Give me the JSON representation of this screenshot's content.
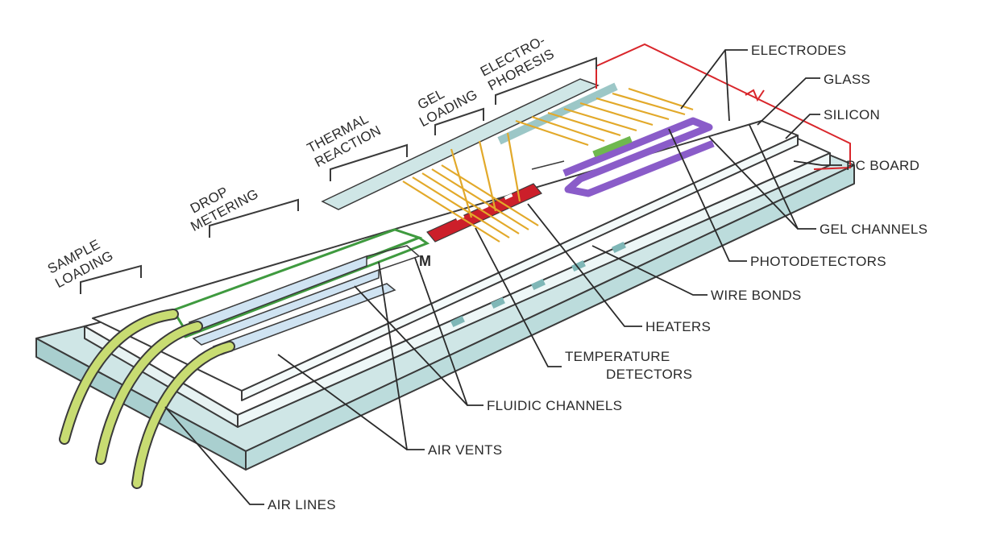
{
  "stages": {
    "sample_loading": [
      "SAMPLE",
      "LOADING"
    ],
    "drop_metering": [
      "DROP",
      "METERING"
    ],
    "thermal_reaction": [
      "THERMAL",
      "REACTION"
    ],
    "gel_loading": [
      "GEL",
      "LOADING"
    ],
    "electrophoresis": [
      "ELECTRO-",
      "PHORESIS"
    ]
  },
  "callouts": {
    "electrodes": "ELECTRODES",
    "glass": "GLASS",
    "silicon": "SILICON",
    "pc_board": "PC BOARD",
    "gel_channels": "GEL CHANNELS",
    "photodetectors": "PHOTODETECTORS",
    "wire_bonds": "WIRE BONDS",
    "heaters": "HEATERS",
    "temperature_detectors": [
      "TEMPERATURE",
      "DETECTORS"
    ],
    "fluidic_channels": "FLUIDIC CHANNELS",
    "air_vents": "AIR VENTS",
    "air_lines": "AIR LINES"
  },
  "colors": {
    "pc_board_face": "#cfe6e6",
    "pc_board_edge": "#a9cfcf",
    "layer_face": "#ffffff",
    "fluidic_channel": "#cfe3f2",
    "fluid_outline": "#3f9a3f",
    "air_line_tube": "#c8dc72",
    "heater": "#cc1f2a",
    "electrode_trace": "#e2a92a",
    "gel_channel": "#8a5cc9",
    "electrode_wire": "#d9262b"
  }
}
